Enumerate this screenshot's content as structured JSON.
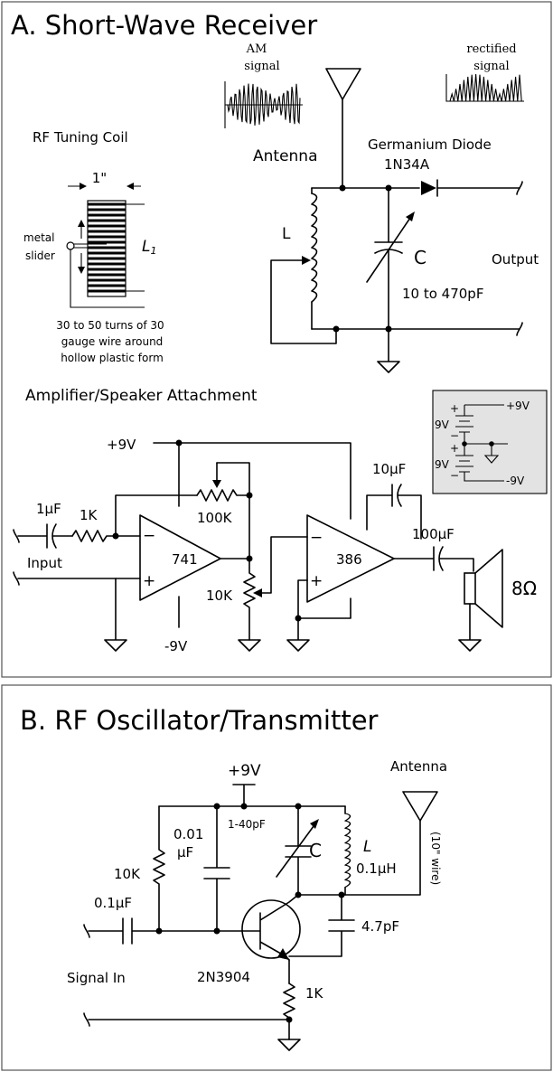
{
  "section_a": {
    "title": "A. Short-Wave Receiver",
    "am_label_1": "AM",
    "am_label_2": "signal",
    "rect_label_1": "rectified",
    "rect_label_2": "signal",
    "coil_title": "RF Tuning Coil",
    "coil_width": "1\"",
    "slider_1": "metal",
    "slider_2": "slider",
    "coil_ref": "L",
    "coil_ref_sub": "1",
    "coil_note_1": "30 to 50 turns of 30",
    "coil_note_2": "gauge wire around",
    "coil_note_3": "hollow plastic form",
    "antenna": "Antenna",
    "diode_1": "Germanium Diode",
    "diode_2": "1N34A",
    "inductor": "L",
    "capacitor": "C",
    "cap_range": "10 to 470pF",
    "output": "Output",
    "amp_title": "Amplifier/Speaker Attachment",
    "pos9": "+9V",
    "neg9": "-9V",
    "cap_in": "1µF",
    "r_in": "1K",
    "input": "Input",
    "r_fb": "100K",
    "opamp1": "741",
    "pot": "10K",
    "opamp2": "386",
    "cap_fb": "10µF",
    "cap_out": "100µF",
    "speaker": "8Ω",
    "inset_p9": "+9V",
    "inset_n9": "-9V",
    "inset_b1": "9V",
    "inset_b2": "9V",
    "inset_plus": "+",
    "inset_minus": "−",
    "plus": "+",
    "minus": "−"
  },
  "section_b": {
    "title": "B. RF Oscillator/Transmitter",
    "pos9": "+9V",
    "antenna": "Antenna",
    "wire_note": "(10\" wire)",
    "cap1_a": "0.01",
    "cap1_b": "µF",
    "trim": "1-40pF",
    "cap_c": "C",
    "ind_l": "L",
    "ind_val": "0.1µH",
    "r_bias": "10K",
    "cap_in": "0.1µF",
    "transistor": "2N3904",
    "cap_fb": "4.7pF",
    "signal_in": "Signal In",
    "r_e": "1K"
  }
}
